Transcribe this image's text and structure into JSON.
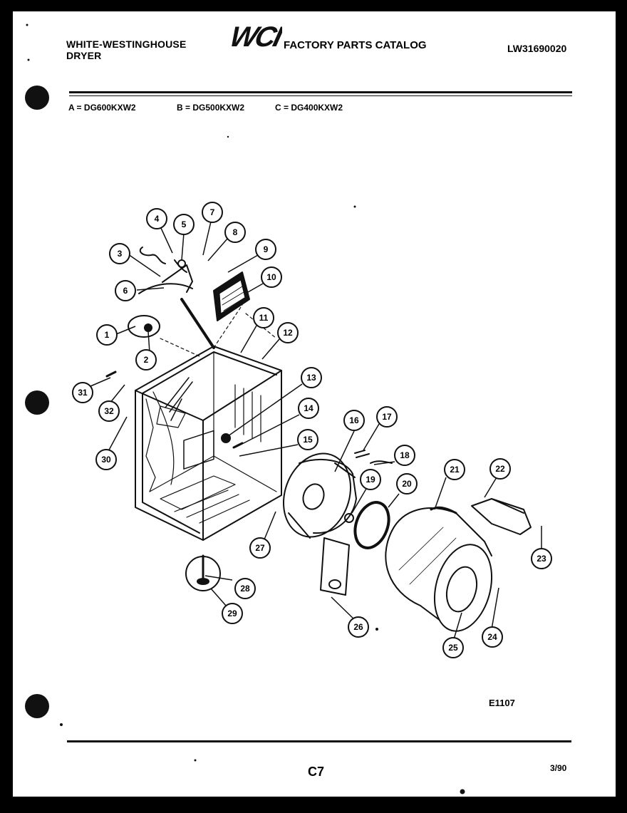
{
  "header": {
    "brand_line1": "WHITE-WESTINGHOUSE",
    "brand_line2": "DRYER",
    "logo_text": "WCI",
    "catalog_title": "FACTORY PARTS CATALOG",
    "part_number": "LW31690020"
  },
  "models": [
    {
      "label": "A = DG600KXW2"
    },
    {
      "label": "B = DG500KXW2"
    },
    {
      "label": "C = DG400KXW2"
    }
  ],
  "callouts": [
    "1",
    "2",
    "3",
    "4",
    "5",
    "6",
    "7",
    "8",
    "9",
    "10",
    "11",
    "12",
    "13",
    "14",
    "15",
    "16",
    "17",
    "18",
    "19",
    "20",
    "21",
    "22",
    "23",
    "24",
    "25",
    "26",
    "27",
    "28",
    "29",
    "30",
    "31",
    "32"
  ],
  "footer": {
    "figure_code": "E1107",
    "page": "C7",
    "date": "3/90"
  }
}
